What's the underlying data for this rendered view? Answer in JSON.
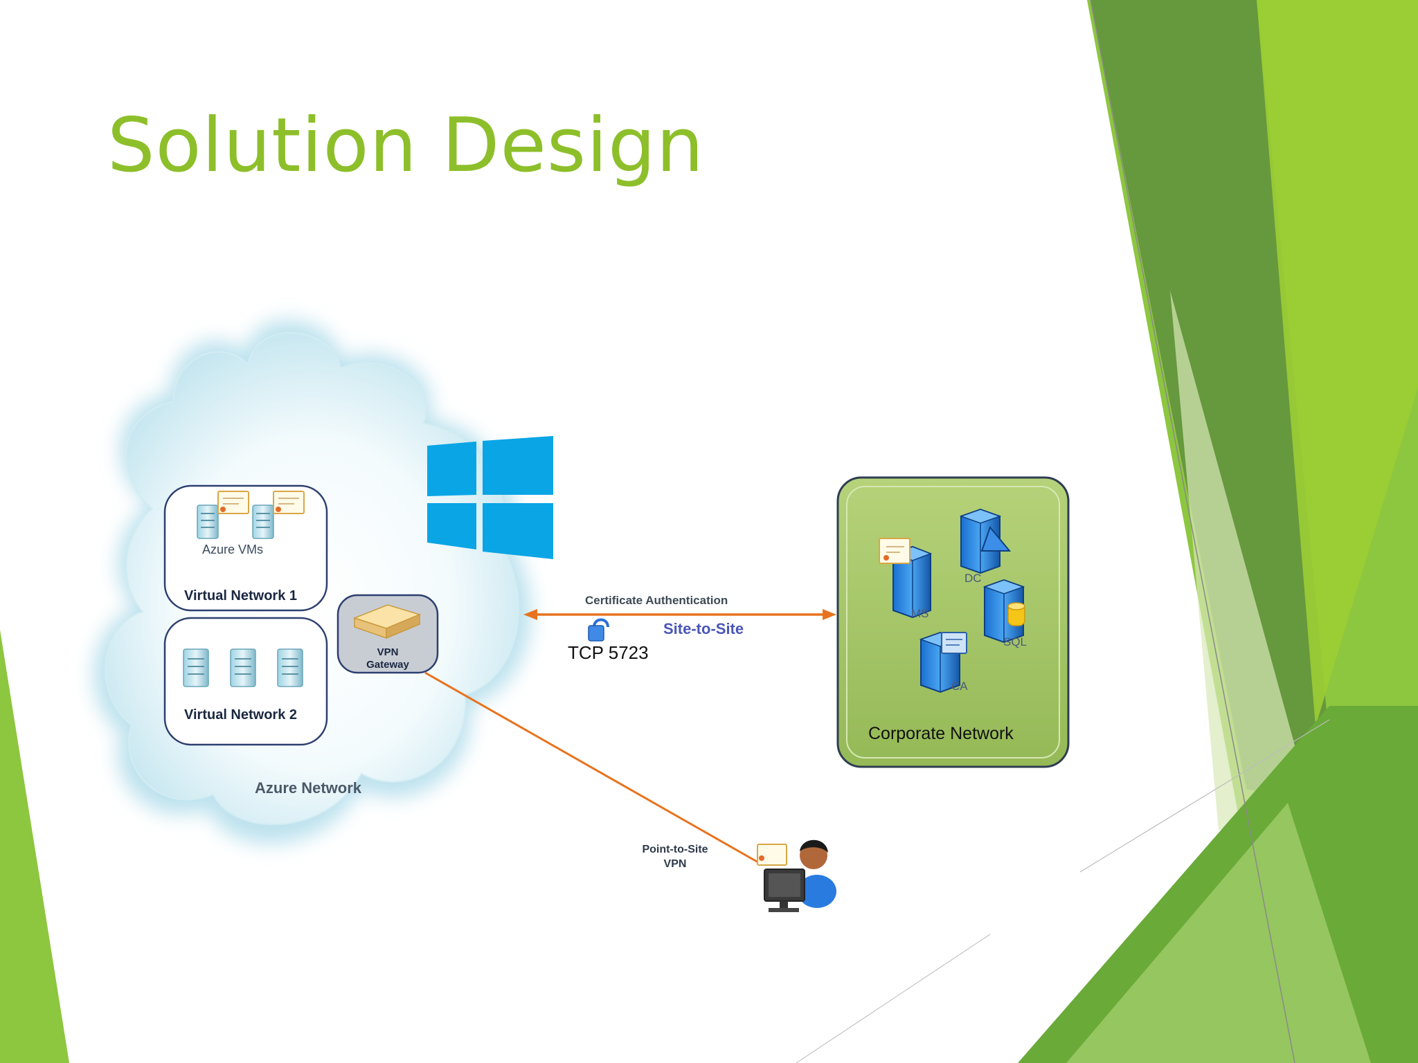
{
  "slide": {
    "title": "Solution Design"
  },
  "diagram": {
    "azure_network": {
      "label": "Azure Network",
      "virtual_network_1": {
        "label": "Virtual Network 1",
        "vms_label": "Azure VMs"
      },
      "virtual_network_2": {
        "label": "Virtual Network 2"
      },
      "vpn_gateway": {
        "label_line1": "VPN",
        "label_line2": "Gateway"
      }
    },
    "site_to_site": {
      "auth_label": "Certificate Authentication",
      "label": "Site-to-Site",
      "port_label": "TCP 5723"
    },
    "point_to_site": {
      "label_line1": "Point-to-Site",
      "label_line2": "VPN"
    },
    "corporate_network": {
      "label": "Corporate Network",
      "servers": [
        "MS",
        "DC",
        "SQL",
        "CA"
      ]
    }
  },
  "colors": {
    "title": "#8dbf2a",
    "connection_line": "#e8731f",
    "corporate_fill": "#a4c466",
    "windows_logo": "#0aa5e5",
    "accent_green": "#8dc63f"
  }
}
